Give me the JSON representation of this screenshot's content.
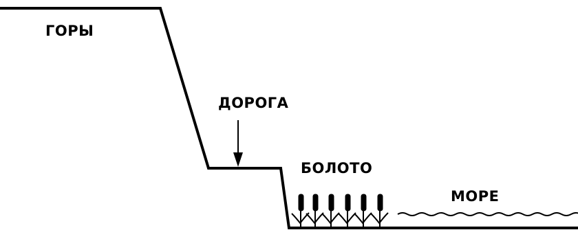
{
  "labels": {
    "mountains": "ГОРЫ",
    "road": "ДОРОГА",
    "swamp": "БОЛОТО",
    "sea": "МОРЕ"
  },
  "colors": {
    "ink": "#000000",
    "background": "#ffffff"
  }
}
